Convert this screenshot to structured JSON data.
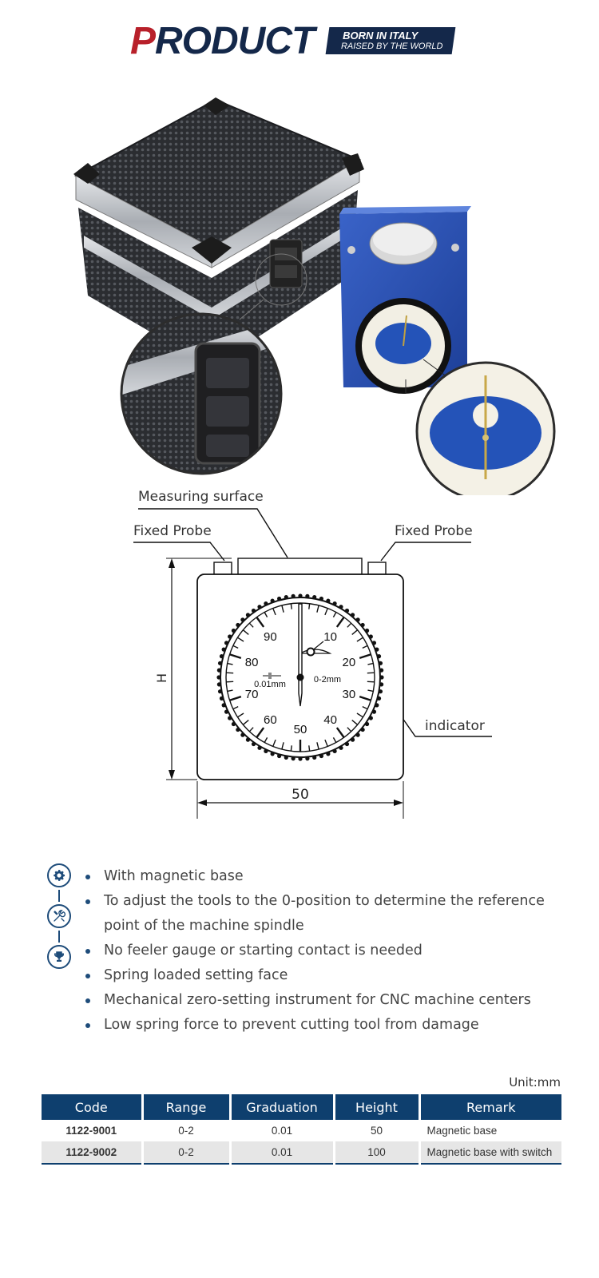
{
  "header": {
    "title_initial": "P",
    "title_rest": "RODUCT",
    "badge_line1": "BORN IN ITALY",
    "badge_line2": "RAISED BY THE WORLD"
  },
  "diagram": {
    "label_measuring_surface": "Measuring surface",
    "label_fixed_probe_left": "Fixed Probe",
    "label_fixed_probe_right": "Fixed Probe",
    "label_indicator": "indicator",
    "label_height": "H",
    "label_width": "50",
    "dial_numbers": [
      "10",
      "20",
      "30",
      "40",
      "50",
      "60",
      "70",
      "80",
      "90"
    ],
    "dial_graduation": "0.01mm",
    "dial_range": "0-2mm"
  },
  "features": {
    "icons": [
      "gear-icon",
      "tools-icon",
      "trophy-icon"
    ],
    "items": [
      "With magnetic base",
      "To adjust the tools to the 0-position to determine the reference",
      "point of the machine spindle",
      "No feeler gauge or starting contact is needed",
      "Spring loaded setting face",
      "Mechanical zero-setting instrument for CNC machine centers",
      "Low spring force to prevent cutting tool from damage"
    ]
  },
  "table": {
    "unit": "Unit:mm",
    "headers": [
      "Code",
      "Range",
      "Graduation",
      "Height",
      "Remark"
    ],
    "rows": [
      [
        "1122-9001",
        "0-2",
        "0.01",
        "50",
        "Magnetic base"
      ],
      [
        "1122-9002",
        "0-2",
        "0.01",
        "100",
        "Magnetic base with switch"
      ]
    ]
  },
  "colors": {
    "navy": "#14284a",
    "brand_red": "#b8202a",
    "table_header": "#0e3f6e",
    "accent_blue": "#1e4c7a"
  }
}
